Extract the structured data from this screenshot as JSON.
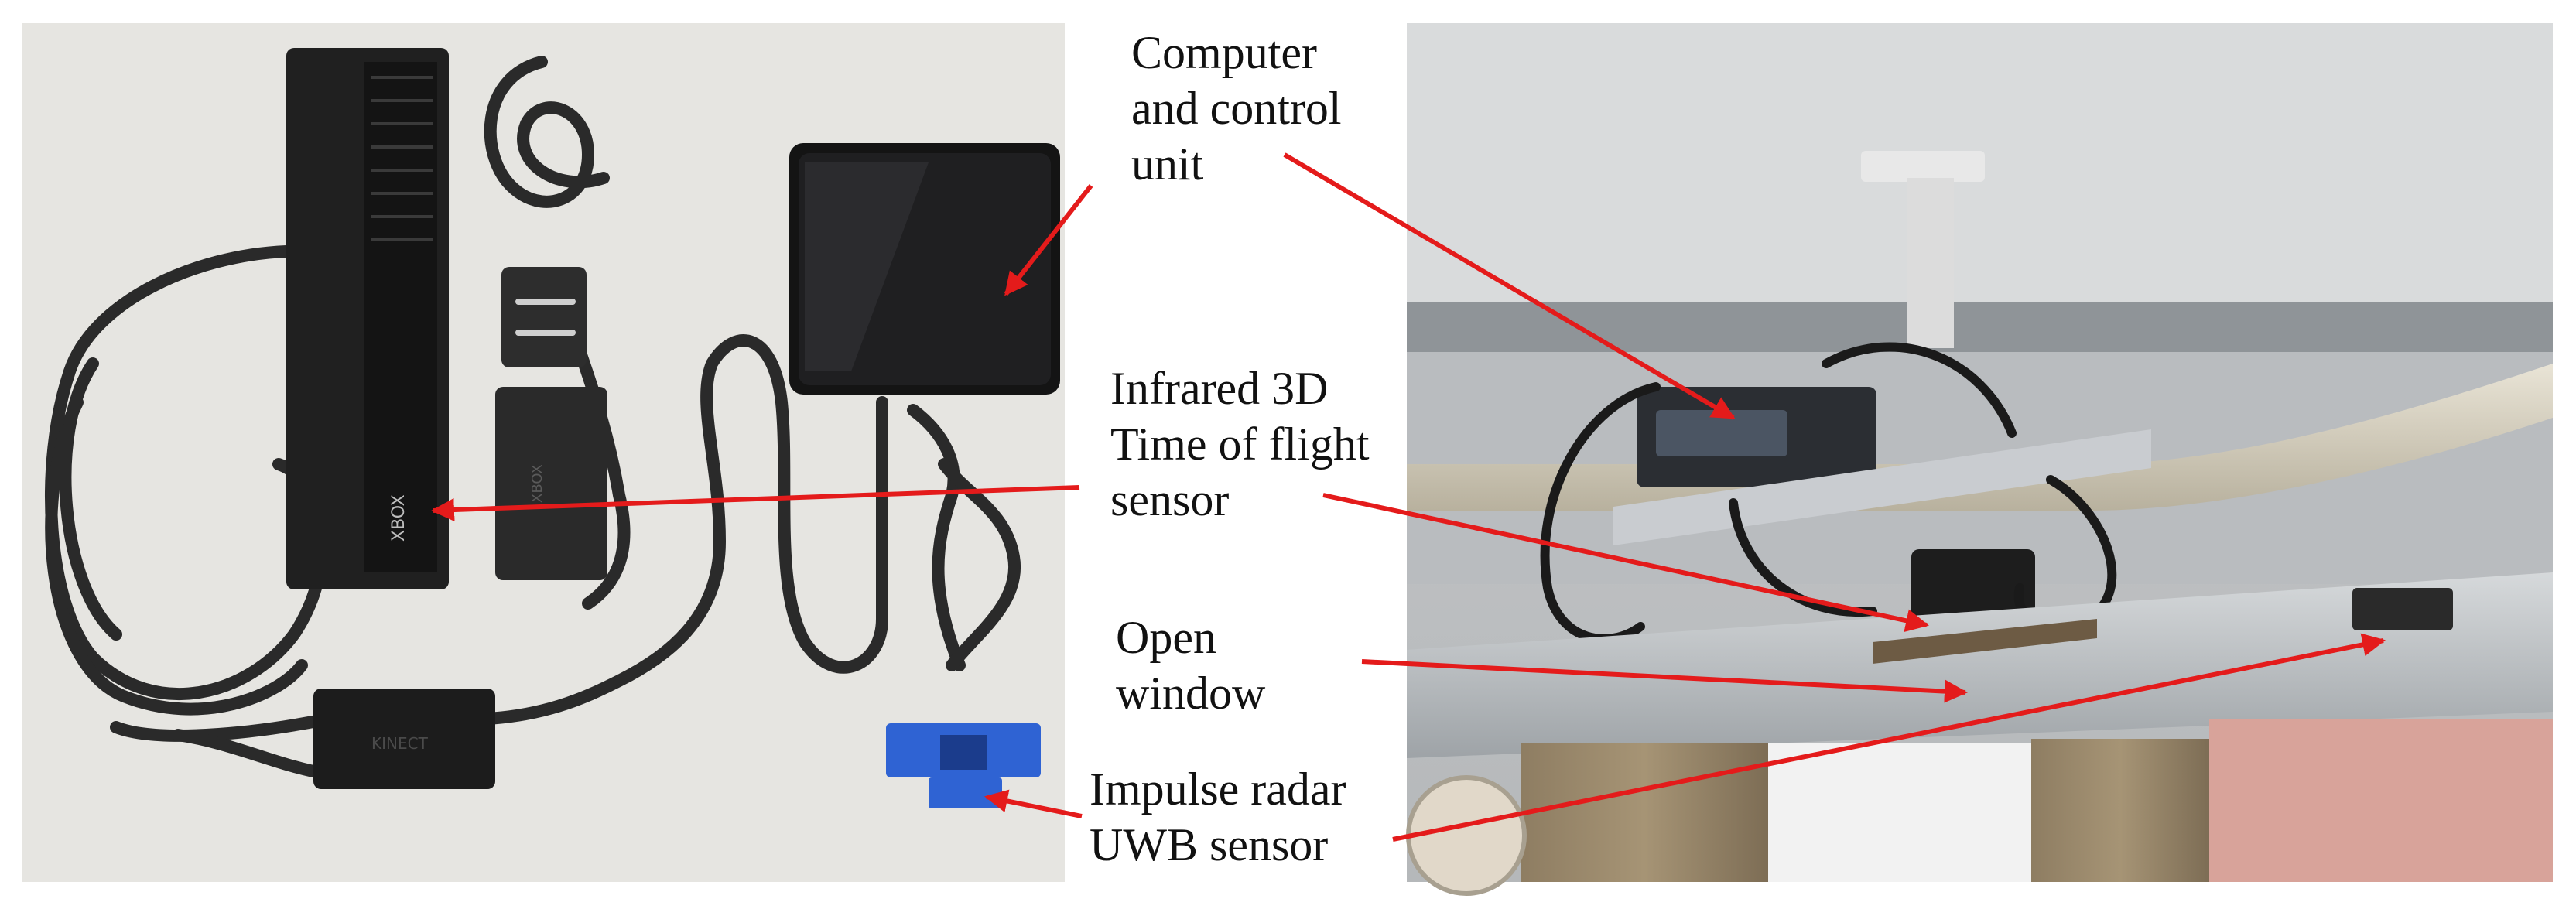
{
  "labels": {
    "computer_line1": "Computer",
    "computer_line2": "and control",
    "computer_line3": "unit",
    "ir_line1": "Infrared 3D",
    "ir_line2": "Time of flight",
    "ir_line3": "sensor",
    "window_line1": "Open",
    "window_line2": "window",
    "radar_line1": "Impulse radar",
    "radar_line2": "UWB sensor"
  },
  "device_marks": {
    "xbox_logo": "XBOX",
    "power_brick": "XBOX",
    "adapter": "KINECT"
  },
  "colors": {
    "arrow": "#e41b1b",
    "left_background": "#e6e5e1",
    "ceiling": "#cfd2d4",
    "radar_board": "#2f63d3"
  }
}
